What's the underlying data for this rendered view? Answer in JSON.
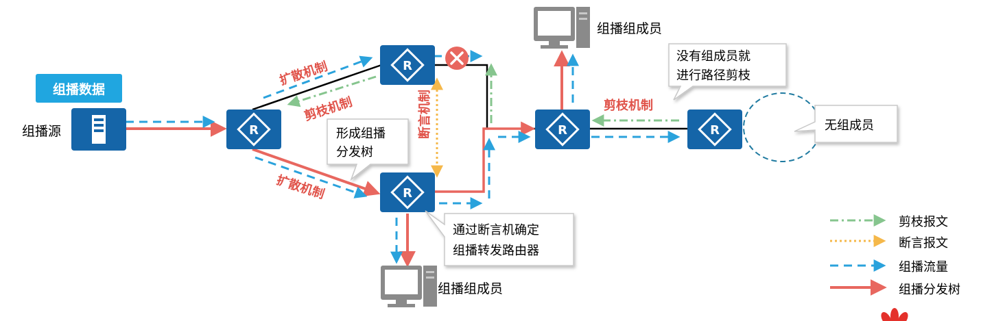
{
  "labels": {
    "multicast_data": "组播数据",
    "source": "组播源",
    "member_top": "组播组成员",
    "member_bottom": "组播组成员",
    "flood_upper": "扩散机制",
    "flood_lower": "扩散机制",
    "prune_upper": "剪枝机制",
    "prune_right": "剪枝机制",
    "assert_vertical": "断言机制",
    "router_mark": "R"
  },
  "callouts": {
    "form_tree": [
      "形成组播",
      "分发树"
    ],
    "assert_router": [
      "通过断言机确定",
      "组播转发路由器"
    ],
    "no_member_prune": [
      "没有组成员就",
      "进行路径剪枝"
    ],
    "no_member": "无组成员"
  },
  "legend": {
    "prune_msg": "剪枝报文",
    "assert_msg": "断言报文",
    "mc_traffic": "组播流量",
    "mc_tree": "组播分发树"
  },
  "colors": {
    "router": "#1565a8",
    "tree": "#e8675f",
    "traffic": "#2aa2dc",
    "prune": "#86c58e",
    "assert": "#f5b84a",
    "data_badge": "#20a6e0",
    "red_label": "#e0534a"
  }
}
